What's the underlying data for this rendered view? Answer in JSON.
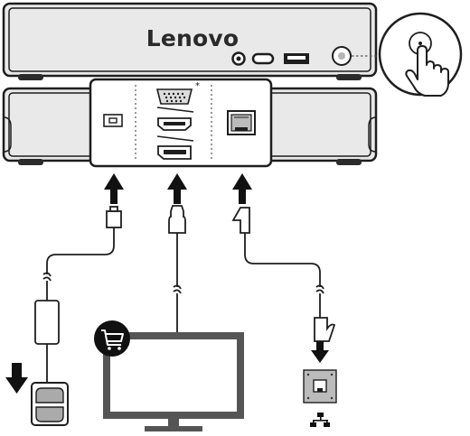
{
  "device": {
    "brand": "Lenovo",
    "footnote_marker": "*"
  },
  "power_button": {
    "icon": "hand-press-power-icon"
  },
  "rear_ports": [
    {
      "name": "dc-in-port",
      "icon": "dc-in-icon"
    },
    {
      "name": "vga-port",
      "icon": "vga-icon"
    },
    {
      "name": "hdmi-port",
      "icon": "hdmi-icon"
    },
    {
      "name": "displayport-port",
      "icon": "displayport-icon"
    },
    {
      "name": "ethernet-port",
      "icon": "ethernet-icon"
    }
  ],
  "connections": [
    {
      "name": "power-cable",
      "icon": "power-adapter-icon"
    },
    {
      "name": "display-cable",
      "icon": "monitor-icon"
    },
    {
      "name": "network-cable",
      "icon": "network-icon"
    }
  ],
  "badges": {
    "purchase": "shopping-cart-icon"
  },
  "colors": {
    "device_body": "#e9e9e9",
    "outline": "#1e1e1e",
    "feet": "#2b2b2b",
    "badge": "#111111"
  }
}
